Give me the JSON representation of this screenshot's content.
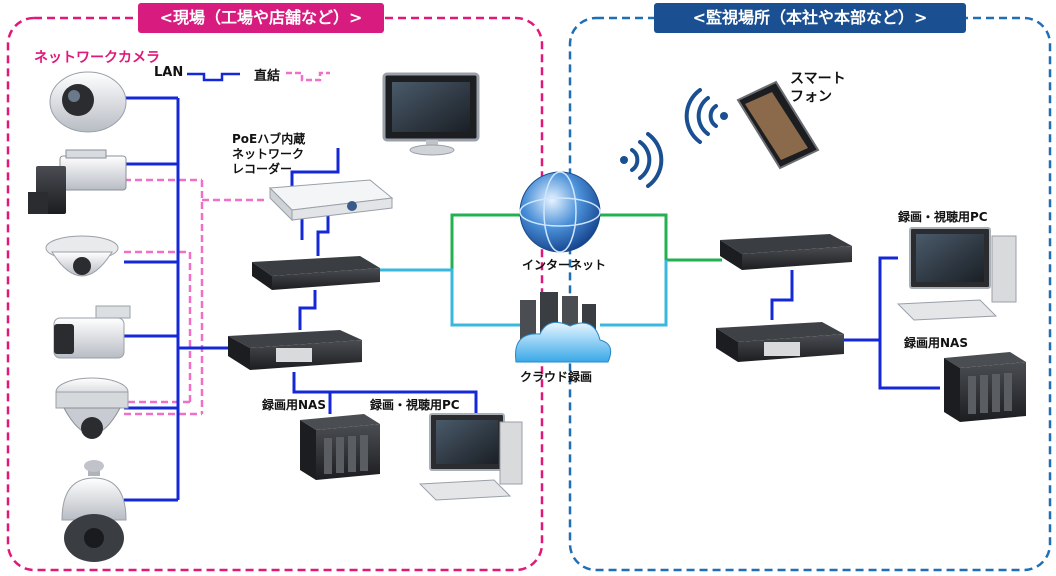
{
  "sections": {
    "site_title": "<現場（工場や店舗など）>",
    "monitor_title": "<監視場所（本社や本部など）>"
  },
  "legend": {
    "cameras_title": "ネットワークカメラ",
    "lan_label": "LAN",
    "direct_label": "直結"
  },
  "labels": {
    "nvr": [
      "PoEハブ内蔵",
      "ネットワーク",
      "レコーダー"
    ],
    "internet": "インターネット",
    "cloud": "クラウド録画",
    "smartphone": [
      "スマート",
      "フォン"
    ],
    "site_nas": "録画用NAS",
    "site_pc": "録画・視聴用PC",
    "remote_pc": "録画・視聴用PC",
    "remote_nas": "録画用NAS"
  },
  "colors": {
    "site_accent": "#e0187a",
    "monitor_accent": "#1e6fb6",
    "lan": "#1428d8",
    "direct": "#f070c8",
    "green_link": "#22b050",
    "cyan_link": "#38b8dc"
  },
  "icons": [
    "camera-icon",
    "router-icon",
    "switch-icon",
    "nas-icon",
    "pc-icon",
    "monitor-icon",
    "globe-icon",
    "cloud-server-icon",
    "smartphone-icon",
    "wifi-icon"
  ]
}
